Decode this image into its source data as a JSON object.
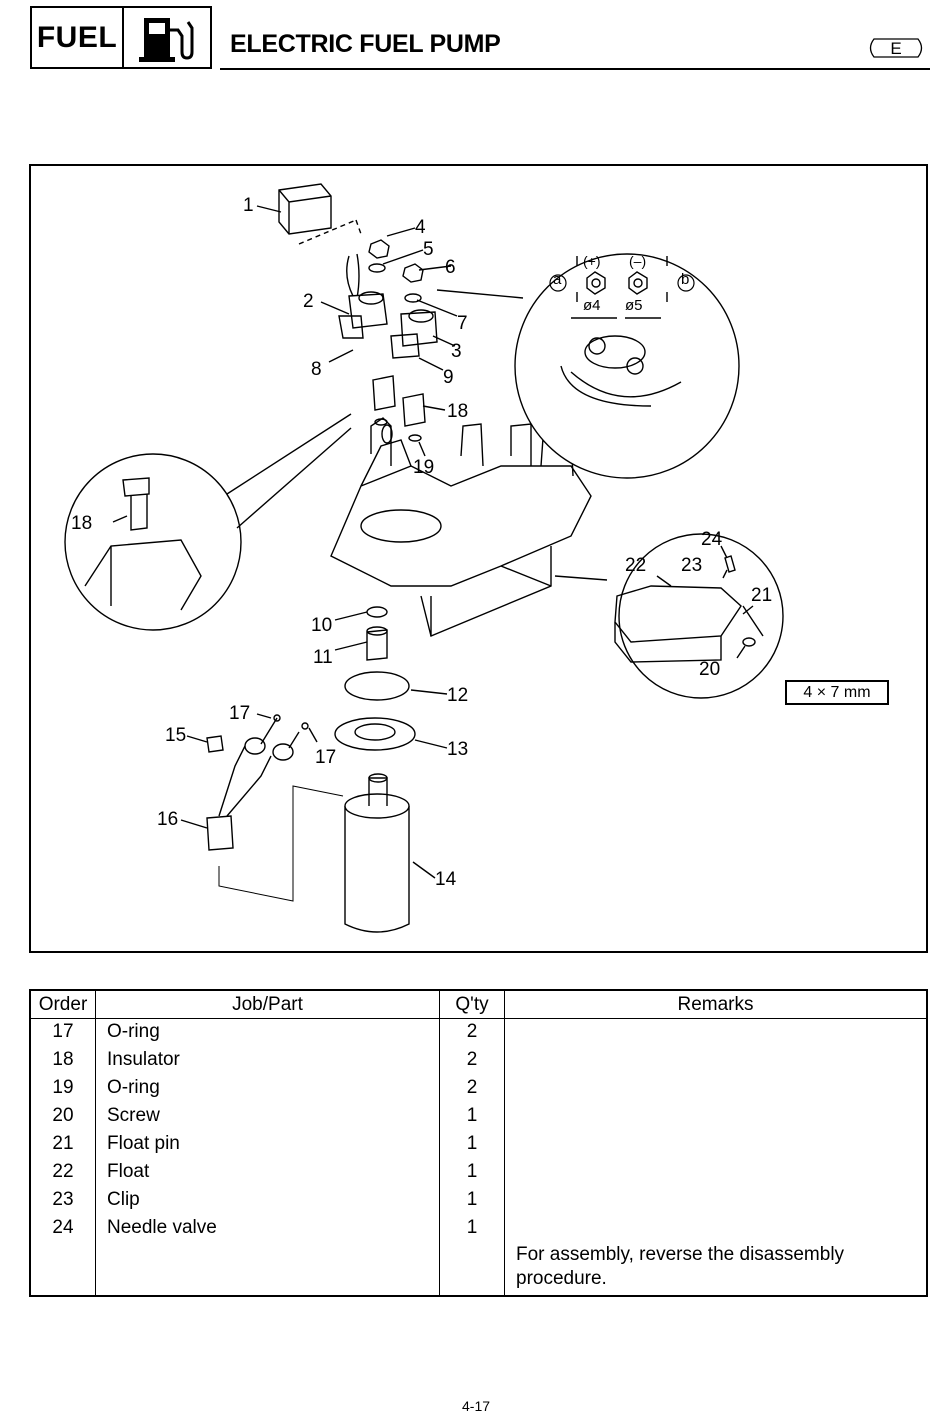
{
  "header": {
    "section": "FUEL",
    "icon": "fuel-pump-icon",
    "title": "ELECTRIC FUEL PUMP",
    "language_mark": "E"
  },
  "diagram": {
    "callouts": [
      "1",
      "2",
      "3",
      "4",
      "5",
      "6",
      "7",
      "8",
      "9",
      "10",
      "11",
      "12",
      "13",
      "14",
      "15",
      "16",
      "17",
      "17",
      "18",
      "18",
      "19",
      "20",
      "21",
      "22",
      "23",
      "24"
    ],
    "detail_labels": {
      "a": "a",
      "b": "b",
      "plus": "(+)",
      "minus": "(–)",
      "dia4": "ø4",
      "dia5": "ø5"
    },
    "screw_spec": "4 × 7 mm"
  },
  "table": {
    "headers": [
      "Order",
      "Job/Part",
      "Q'ty",
      "Remarks"
    ],
    "rows": [
      {
        "order": "17",
        "part": "O-ring",
        "qty": "2",
        "remarks": ""
      },
      {
        "order": "18",
        "part": "Insulator",
        "qty": "2",
        "remarks": ""
      },
      {
        "order": "19",
        "part": "O-ring",
        "qty": "2",
        "remarks": ""
      },
      {
        "order": "20",
        "part": "Screw",
        "qty": "1",
        "remarks": ""
      },
      {
        "order": "21",
        "part": "Float pin",
        "qty": "1",
        "remarks": ""
      },
      {
        "order": "22",
        "part": "Float",
        "qty": "1",
        "remarks": ""
      },
      {
        "order": "23",
        "part": "Clip",
        "qty": "1",
        "remarks": ""
      },
      {
        "order": "24",
        "part": "Needle valve",
        "qty": "1",
        "remarks": ""
      }
    ],
    "closing_remark": "For assembly, reverse the disassembly procedure."
  },
  "page_number": "4-17"
}
